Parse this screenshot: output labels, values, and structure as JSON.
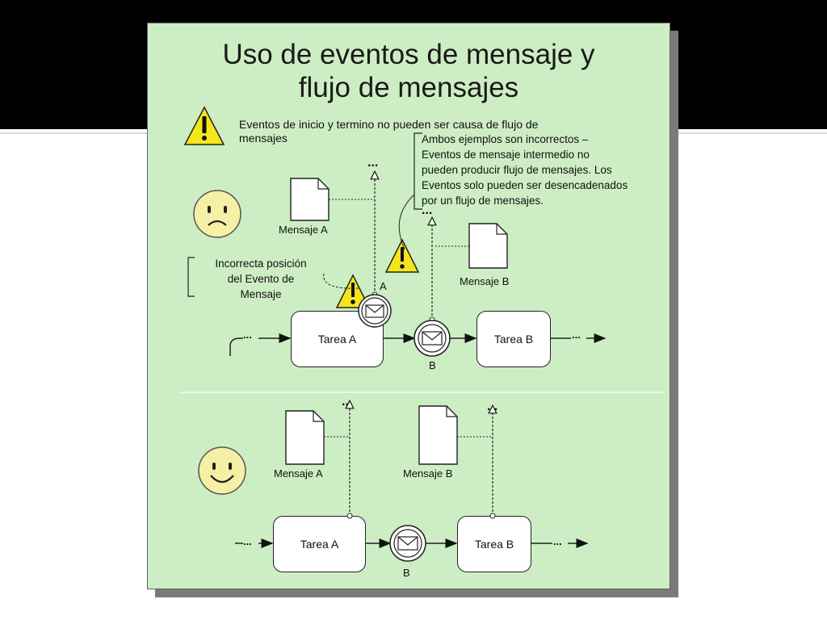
{
  "slide": {
    "title_line1": "Uso de eventos de mensaje y",
    "title_line2": "flujo de mensajes"
  },
  "warning_text_line1": "Eventos de inicio y termino no pueden ser causa de flujo de",
  "warning_text_line2": "mensajes",
  "callout": {
    "line1": "Ambos ejemplos son incorrectos –",
    "line2": "Eventos de mensaje intermedio no",
    "line3": "pueden producir flujo de mensajes. Los",
    "line4": "Eventos solo pueden ser desencadenados",
    "line5": "por un flujo de mensajes."
  },
  "position_note": {
    "line1": "Incorrecta posición",
    "line2": "del Evento de",
    "line3": "Mensaje"
  },
  "incorrect_example": {
    "message_a": "Mensaje A",
    "message_b": "Mensaje B",
    "task_a": "Tarea A",
    "task_b": "Tarea B",
    "event_a_label": "A",
    "event_b_label": "B"
  },
  "correct_example": {
    "message_a": "Mensaje A",
    "message_b": "Mensaje B",
    "task_a": "Tarea A",
    "task_b": "Tarea B",
    "event_label": "B"
  },
  "ellipsis": "...",
  "icons": [
    "warning-icon",
    "sad-face-icon",
    "happy-face-icon",
    "document-icon",
    "envelope-icon"
  ],
  "colors": {
    "panel_background": "#cdeec4",
    "warning_yellow": "#f5e61c",
    "face_yellow": "#f6efa6"
  }
}
